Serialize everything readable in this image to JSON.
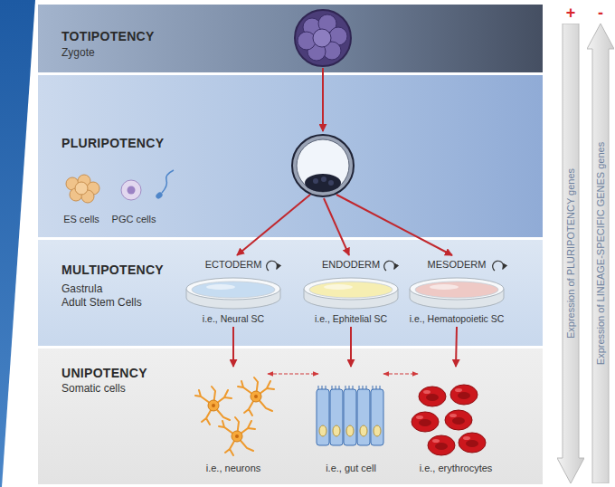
{
  "diagram": {
    "nodes": [
      {
        "text": [
          "TOTIPOTENCY",
          "Zygote"
        ]
      },
      {
        "text": [
          "PLURIPOTENCY"
        ]
      },
      {
        "text": [
          "MULTIPOTENCY",
          "Gastrula",
          "Adult Stem Cells"
        ]
      },
      {
        "text": [
          "ECTODERM",
          "i.e., Neural SC"
        ],
        "in": 2
      },
      {
        "text": [
          "ENDODERM",
          "i.e., Ephitelial SC"
        ],
        "in": 2
      },
      {
        "text": [
          "MESODERM",
          "i.e., Hematopoietic SC"
        ],
        "in": 2
      },
      {
        "text": [
          "UNIPOTENCY",
          "Somatic cells"
        ]
      },
      {
        "text": [
          "i.e., neurons"
        ],
        "in": 6
      },
      {
        "text": [
          "i.e., gut cell"
        ],
        "in": 6
      },
      {
        "text": [
          "i.e., erythrocytes"
        ],
        "in": 6
      },
      {
        "text": [
          "Expression of PLURIPOTENCY genes"
        ]
      },
      {
        "text": [
          "Expression of LINEAGE-SPECIFIC GENES genes"
        ]
      }
    ],
    "edges": [
      {
        "from": 3,
        "to": 7,
        "arrow": "to"
      },
      {
        "from": 4,
        "to": 8,
        "arrow": "to"
      },
      {
        "from": 5,
        "to": 9,
        "arrow": "to"
      },
      {
        "from": 7,
        "to": 8,
        "arrow": "both"
      },
      {
        "from": 8,
        "to": 9,
        "arrow": "both"
      }
    ],
    "labels": [
      "ES cells",
      "PGC cells",
      "+",
      "-"
    ]
  }
}
